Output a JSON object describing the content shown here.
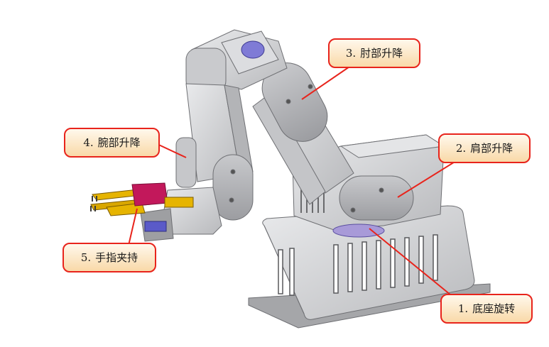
{
  "callouts": [
    {
      "id": "base",
      "number": "1.",
      "label": "底座旋转"
    },
    {
      "id": "shoulder",
      "number": "2.",
      "label": "肩部升降"
    },
    {
      "id": "elbow",
      "number": "3.",
      "label": "肘部升降"
    },
    {
      "id": "wrist",
      "number": "4.",
      "label": "腕部升降"
    },
    {
      "id": "gripper",
      "number": "5.",
      "label": "手指夹持"
    }
  ],
  "colors": {
    "callout_border": "#e8241c",
    "leader_line": "#e8241c",
    "arm_fill": "#d3d4d6",
    "arm_stroke": "#6e6f73",
    "gripper_fill": "#e6b400",
    "circuit_fill": "#c2185b",
    "base_glow": "#a89ad8"
  }
}
